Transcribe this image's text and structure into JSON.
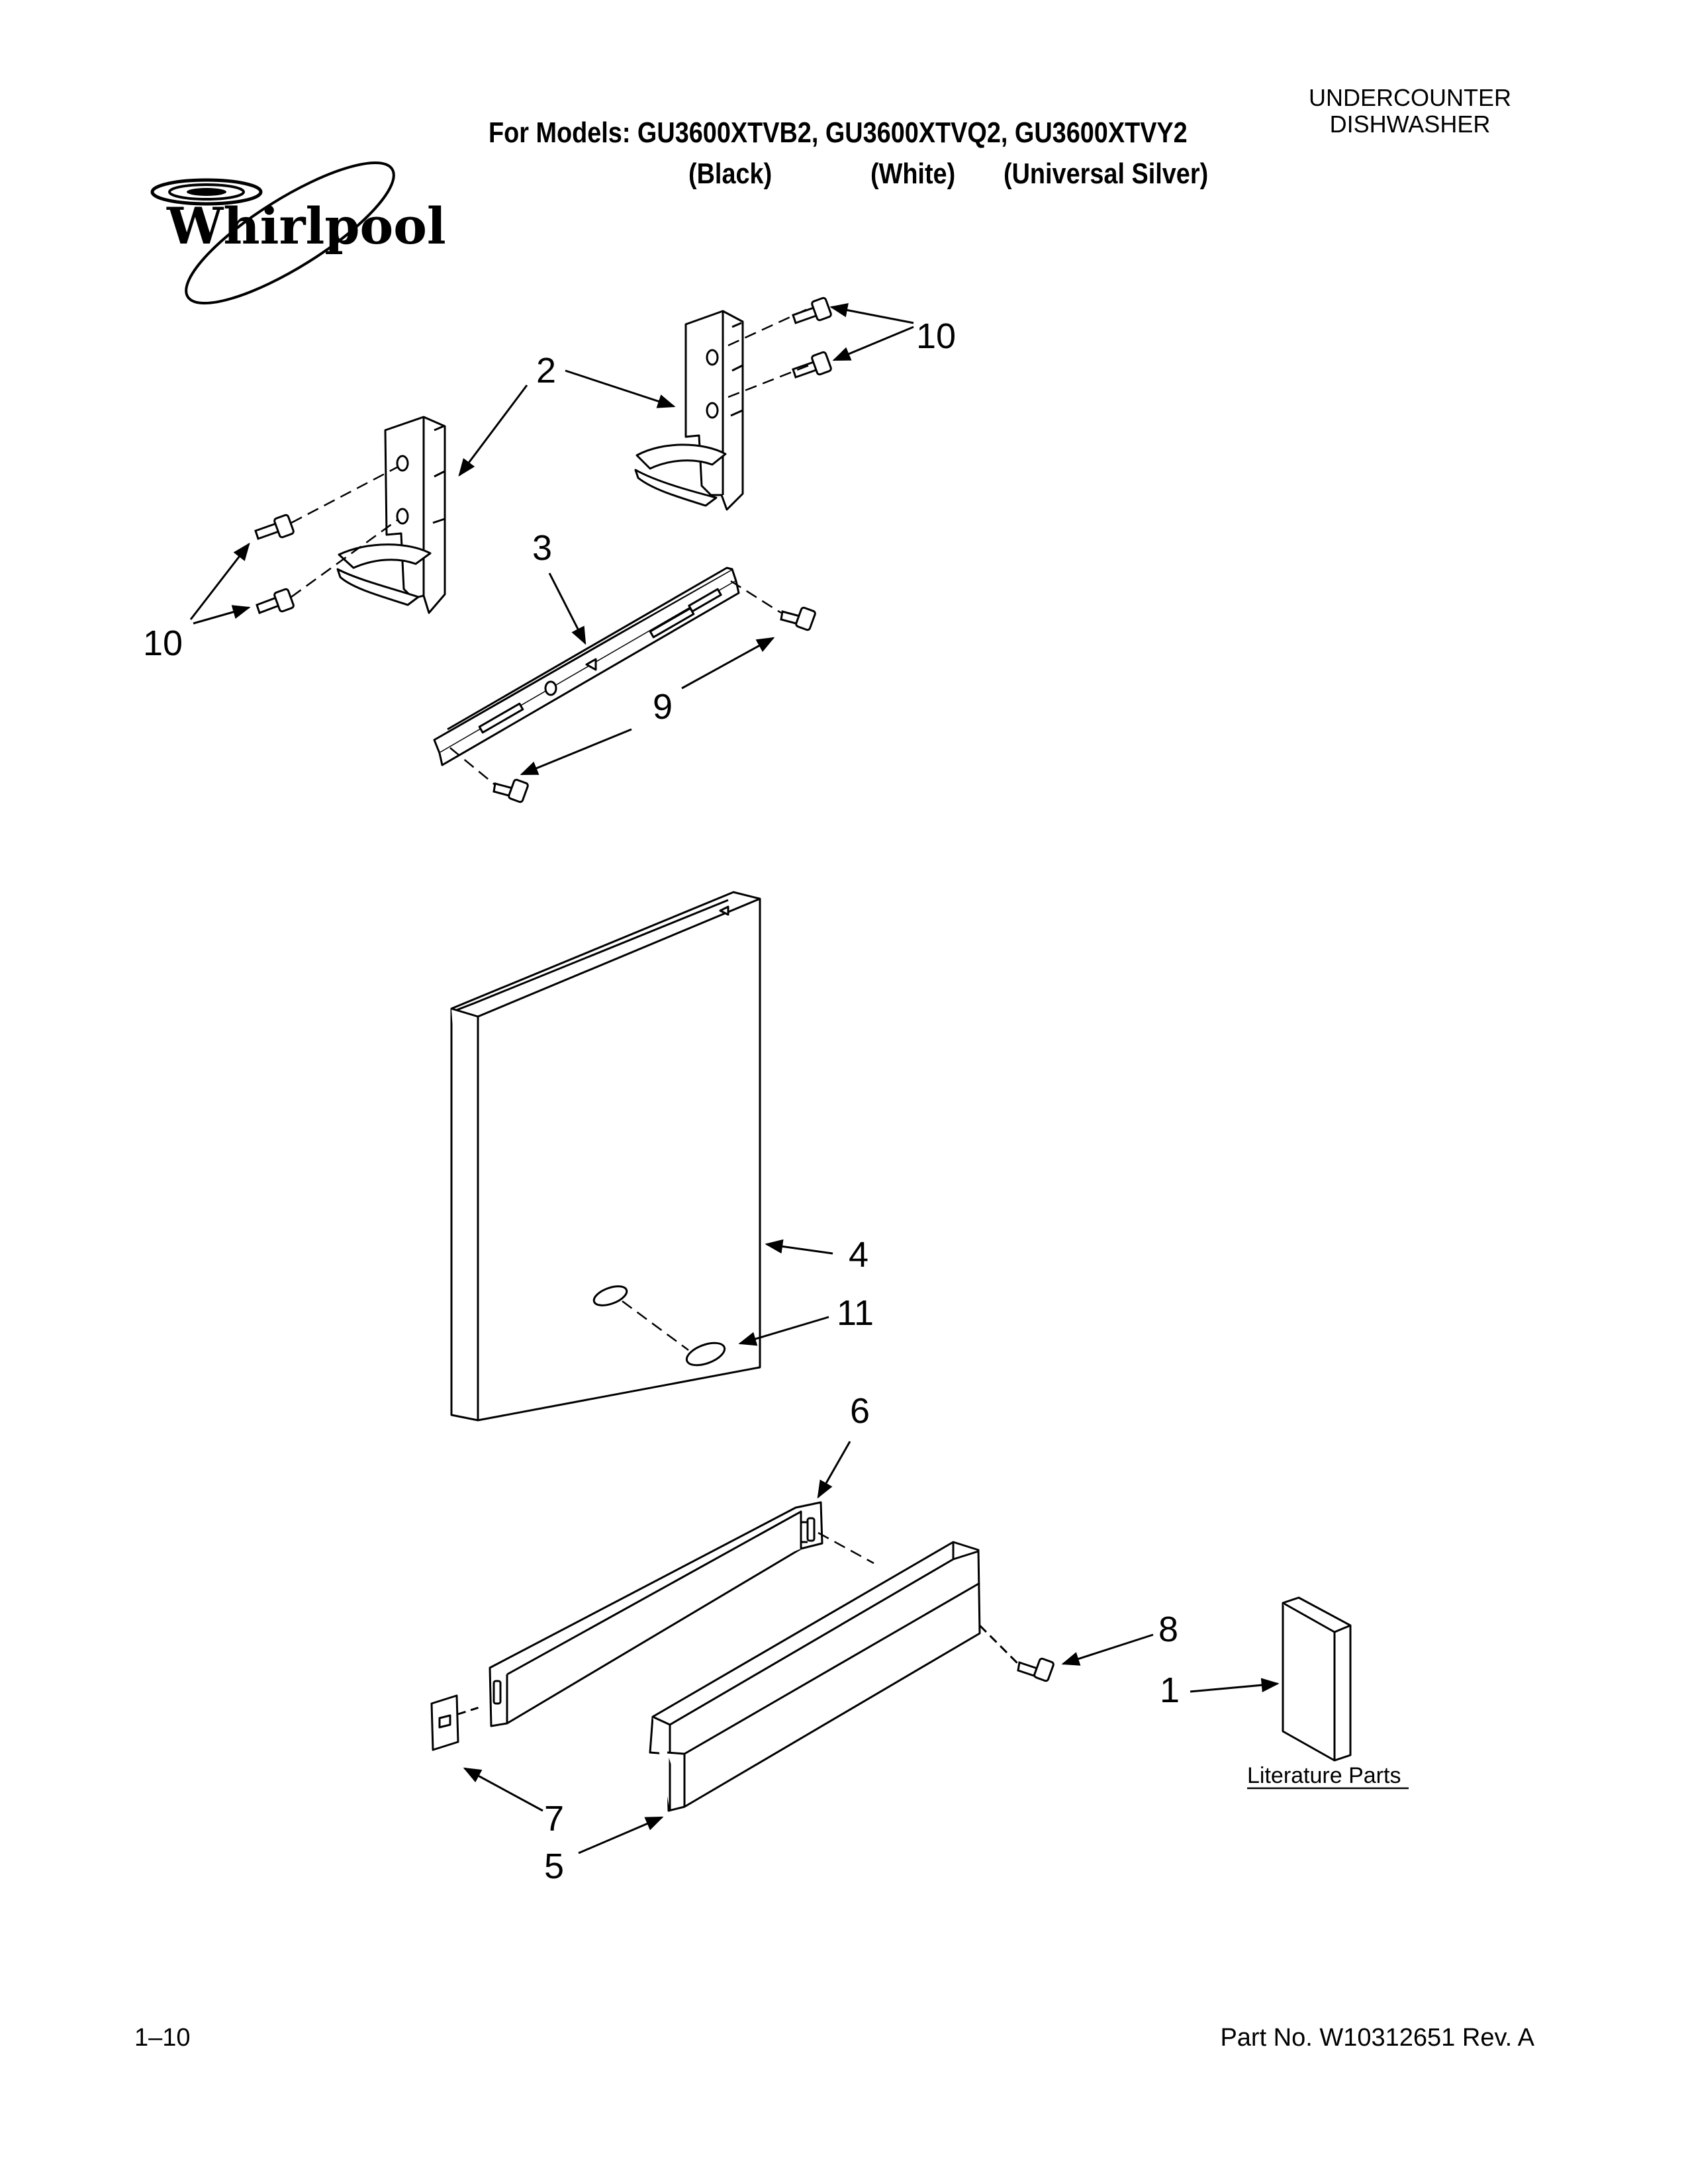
{
  "header": {
    "product_type_line1": "UNDERCOUNTER",
    "product_type_line2": "DISHWASHER",
    "models_line": "For Models: GU3600XTVB2, GU3600XTVQ2, GU3600XTVY2",
    "colors": [
      "(Black)",
      "(White)",
      "(Universal Silver)"
    ]
  },
  "logo": {
    "brand": "Whirlpool"
  },
  "callouts": {
    "c1": "1",
    "c2": "2",
    "c3": "3",
    "c4": "4",
    "c5": "5",
    "c6": "6",
    "c7": "7",
    "c8": "8",
    "c9": "9",
    "c10a": "10",
    "c10b": "10",
    "c11": "11"
  },
  "literature_label": "Literature Parts",
  "footer": {
    "page": "1–10",
    "part_number": "Part No. W10312651 Rev. A"
  }
}
